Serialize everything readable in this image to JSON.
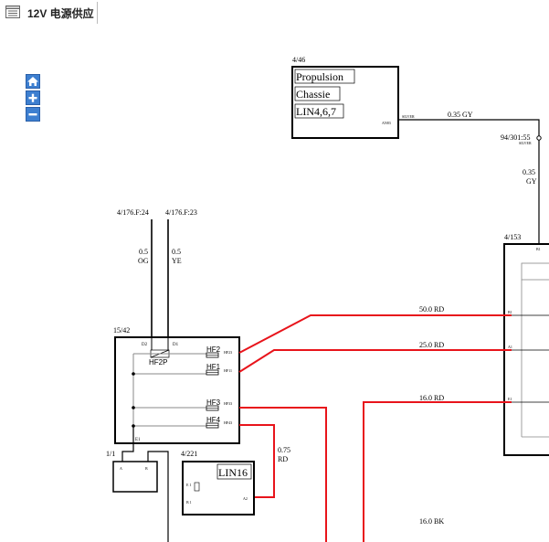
{
  "window": {
    "title": "12V 电源供应"
  },
  "toolbar": {
    "home_icon": "home-icon",
    "zoom_in_icon": "zoom-in-icon",
    "zoom_out_icon": "zoom-out-icon"
  },
  "colors": {
    "power_wire": "#e8141b",
    "signal_wire": "#000000",
    "ground_wire": "#888888"
  },
  "components": {
    "propulsion": {
      "ref": "4/46",
      "labels": [
        "Propulsion",
        "Chassie",
        "LIN4,6,7"
      ],
      "pin": "AN83"
    },
    "splice": {
      "ref": "94/301:55",
      "color": "SILVER"
    },
    "top_wire": {
      "color_tag": "SILVER",
      "size": "0.35 GY"
    },
    "down_wire": {
      "size": "0.35",
      "color": "GY"
    },
    "fuse_box": {
      "ref": "15/42",
      "pin_d2": "D2",
      "pin_d1": "D1",
      "pin_e1": "E1",
      "fuses": [
        "HF2",
        "HF2P",
        "HF1",
        "HF3",
        "HF4"
      ],
      "pins": [
        "HF23",
        "HF11",
        "HF33",
        "HF43"
      ]
    },
    "conn_a": {
      "ref": "4/176.F:24",
      "size": "0.5",
      "color": "OG"
    },
    "conn_b": {
      "ref": "4/176.F:23",
      "size": "0.5",
      "color": "YE"
    },
    "battery_module": {
      "ref": "4/153",
      "pins": [
        "B1",
        "B1",
        "A1",
        "E1"
      ]
    },
    "lin16": {
      "ref": "4/221",
      "label": "LIN16",
      "pin_e1": "E 1",
      "pin_b1": "B 1",
      "pin_a2": "A2"
    },
    "ground": {
      "ref": "1/1",
      "pins": [
        "A",
        "B"
      ]
    }
  },
  "wires": {
    "w1": "50.0 RD",
    "w2": "25.0 RD",
    "w3": "16.0 RD",
    "w4_size": "0.75",
    "w4_color": "RD",
    "w5": "16.0 BK"
  }
}
